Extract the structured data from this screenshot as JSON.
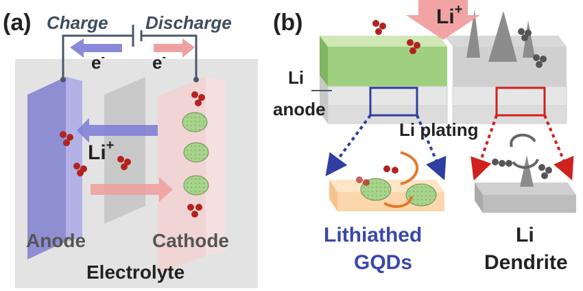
{
  "panel_a": {
    "tag": "(a)",
    "charge_label": "Charge",
    "discharge_label": "Discharge",
    "electron_left": "e",
    "electron_right": "e",
    "electron_sup": "-",
    "ion_label": "Li",
    "ion_sup": "+",
    "anode_label": "Anode",
    "cathode_label": "Cathode",
    "electrolyte_label": "Electrolyte"
  },
  "panel_b": {
    "tag": "(b)",
    "incoming_ion_label": "Li",
    "incoming_ion_sup": "+",
    "anode_label_line1": "Li",
    "anode_label_line2": "anode",
    "plating_label": "Li plating",
    "left_result_line1": "Lithiathed",
    "left_result_line2": "GQDs",
    "right_result_line1": "Li",
    "right_result_line2": "Dendrite"
  },
  "colors": {
    "anode_blue": "#7f7fcf",
    "cathode_pink": "#f2c4c4",
    "graphene_green": "#a6d58b",
    "lithium_red": "#b3221e",
    "frame_gray": "#e4e4e4",
    "outline_dark": "#4a5768",
    "highlight_blue": "#2f3ea0",
    "highlight_red": "#d0211c",
    "label_blue": "#3b47a8"
  }
}
